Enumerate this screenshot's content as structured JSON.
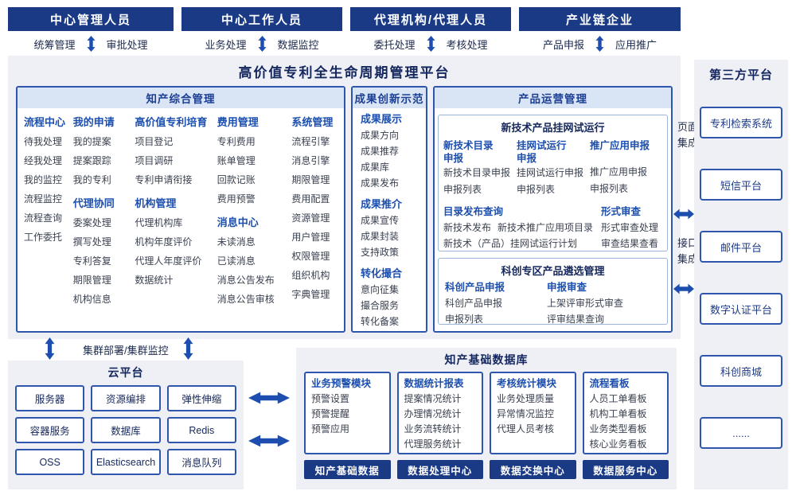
{
  "colors": {
    "primary": "#1b3a86",
    "accent": "#1d4dae",
    "panel_bg": "#eef0f5",
    "strip_bg": "#d9e4f5"
  },
  "top_roles": [
    {
      "title": "中心管理人员",
      "left": "统筹管理",
      "right": "审批处理"
    },
    {
      "title": "中心工作人员",
      "left": "业务处理",
      "right": "数据监控"
    },
    {
      "title": "代理机构/代理人员",
      "left": "委托处理",
      "right": "考核处理"
    },
    {
      "title": "产业链企业",
      "left": "产品申报",
      "right": "应用推广"
    }
  ],
  "platform_title": "高价值专利全生命周期管理平台",
  "ip_management": {
    "title": "知产综合管理",
    "groups": [
      {
        "header": "流程中心",
        "items": [
          "待我处理",
          "经我处理",
          "我的监控",
          "流程监控",
          "流程查询",
          "工作委托"
        ]
      },
      {
        "header": "我的申请",
        "items": [
          "我的提案",
          "提案跟踪",
          "我的专利"
        ]
      },
      {
        "header": "代理协同",
        "items": [
          "委案处理",
          "撰写处理",
          "专利答复",
          "期限管理",
          "机构信息"
        ]
      },
      {
        "header": "高价值专利培育",
        "items": [
          "项目登记",
          "项目调研",
          "专利申请衔接"
        ]
      },
      {
        "header": "机构管理",
        "items": [
          "代理机构库",
          "机构年度评价",
          "代理人年度评价",
          "数据统计"
        ]
      },
      {
        "header": "费用管理",
        "items": [
          "专利费用",
          "账单管理",
          "回款记账",
          "费用预警"
        ]
      },
      {
        "header": "消息中心",
        "items": [
          "未读消息",
          "已读消息",
          "消息公告发布",
          "消息公告审核"
        ]
      },
      {
        "header": "系统管理",
        "items": [
          "流程引擎",
          "消息引擎",
          "期限管理",
          "费用配置",
          "资源管理",
          "用户管理",
          "权限管理",
          "组织机构",
          "字典管理"
        ]
      }
    ]
  },
  "achievement": {
    "title": "成果创新示范",
    "groups": [
      {
        "header": "成果展示",
        "items": [
          "成果方向",
          "成果推荐",
          "成果库",
          "成果发布"
        ]
      },
      {
        "header": "成果推介",
        "items": [
          "成果宣传",
          "成果封装",
          "支持政策"
        ]
      },
      {
        "header": "转化撮合",
        "items": [
          "意向征集",
          "撮合服务",
          "转化备案"
        ]
      }
    ]
  },
  "product_ops": {
    "title": "产品运营管理",
    "trial_box": {
      "title": "新技术产品挂网试运行",
      "declare_cols": [
        {
          "header": "新技术目录申报",
          "items": [
            "新技术目录申报",
            "申报列表"
          ]
        },
        {
          "header": "挂网试运行申报",
          "items": [
            "挂网试运行申报",
            "申报列表"
          ]
        },
        {
          "header": "推广应用申报",
          "items": [
            "推广应用申报",
            "申报列表"
          ]
        }
      ],
      "query_col": {
        "header": "目录发布查询",
        "items": [
          "新技术发布",
          "新技术推广应用项目录",
          "新技术（产品）挂网试运行计划"
        ]
      },
      "review_col": {
        "header": "形式审查",
        "items": [
          "形式审查处理",
          "审查结果查看"
        ]
      }
    },
    "select_box": {
      "title": "科创专区产品遴选管理",
      "cols": [
        {
          "header": "科创产品申报",
          "items": [
            "科创产品申报",
            "申报列表"
          ]
        },
        {
          "header": "申报审查",
          "items": [
            "上架评审形式审查",
            "评审结果查询"
          ]
        }
      ]
    }
  },
  "integration": {
    "page": "页面集成",
    "api": "接口集成"
  },
  "third_party": {
    "title": "第三方平台",
    "items": [
      "专利检索系统",
      "短信平台",
      "邮件平台",
      "数字认证平台",
      "科创商城",
      "......"
    ]
  },
  "cluster_label": "集群部署/集群监控",
  "cloud": {
    "title": "云平台",
    "items": [
      "服务器",
      "资源编排",
      "弹性伸缩",
      "容器服务",
      "数据库",
      "Redis",
      "OSS",
      "Elasticsearch",
      "消息队列"
    ]
  },
  "data_warehouse": {
    "title": "知产基础数据库",
    "columns": [
      {
        "header": "业务预警模块",
        "items": [
          "预警设置",
          "预警提醒",
          "预警应用"
        ],
        "footer": "知产基础数据"
      },
      {
        "header": "数据统计报表",
        "items": [
          "提案情况统计",
          "办理情况统计",
          "业务流转统计",
          "代理服务统计"
        ],
        "footer": "数据处理中心"
      },
      {
        "header": "考核统计模块",
        "items": [
          "业务处理质量",
          "异常情况监控",
          "代理人员考核"
        ],
        "footer": "数据交换中心"
      },
      {
        "header": "流程看板",
        "items": [
          "人员工单看板",
          "机构工单看板",
          "业务类型看板",
          "核心业务看板"
        ],
        "footer": "数据服务中心"
      }
    ]
  }
}
